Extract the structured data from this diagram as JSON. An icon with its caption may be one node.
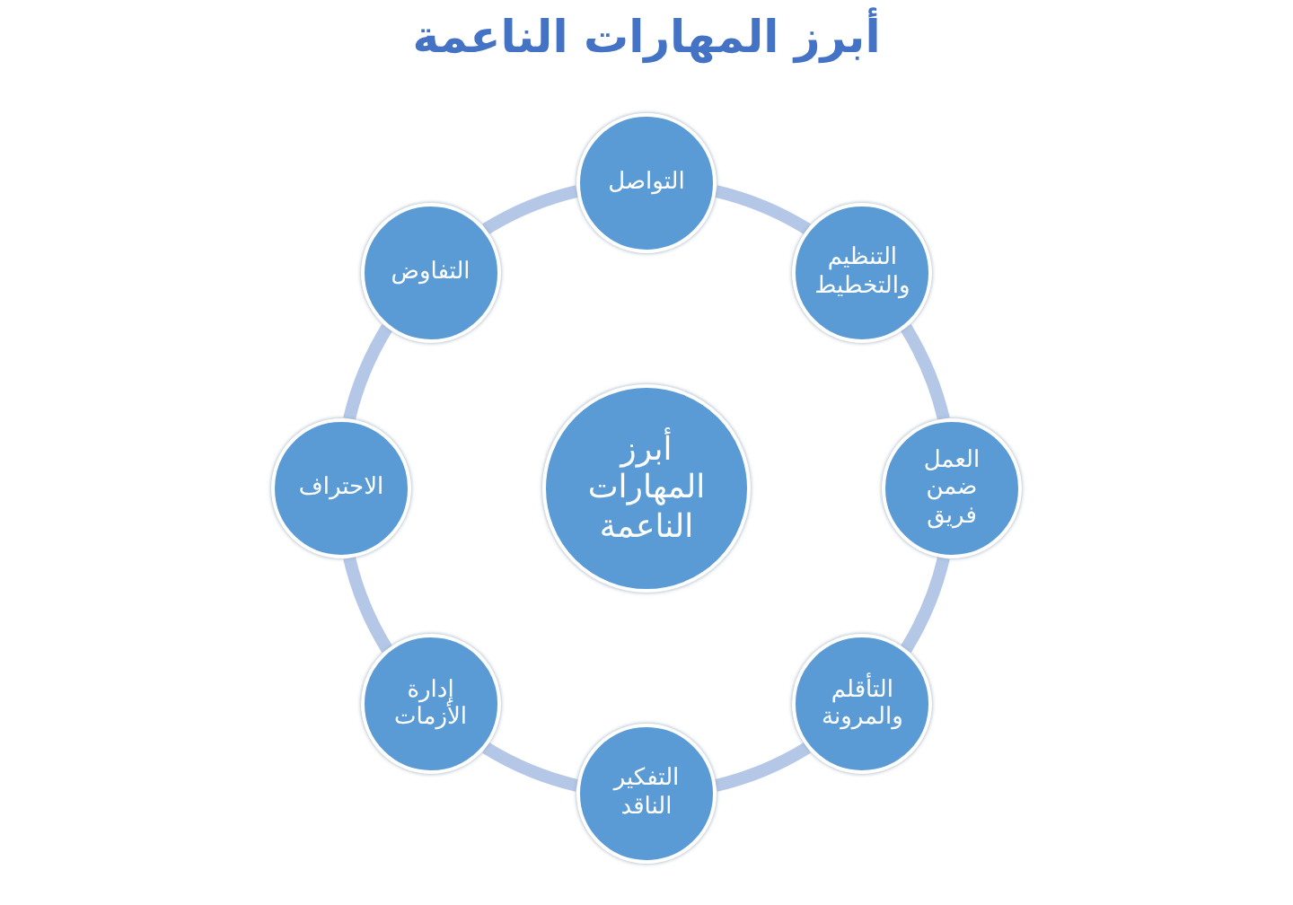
{
  "diagram": {
    "title": "أبرز المهارات الناعمة",
    "nodes": [
      {
        "text": [
          "أبرز المهارات الناعمة"
        ]
      },
      {
        "text": [
          "التواصل"
        ]
      },
      {
        "text": [
          "التنظيم والتخطيط"
        ]
      },
      {
        "text": [
          "العمل ضمن فريق"
        ]
      },
      {
        "text": [
          "التأقلم والمرونة"
        ]
      },
      {
        "text": [
          "التفكير الناقد"
        ]
      },
      {
        "text": [
          "إدارة الأزمات"
        ]
      },
      {
        "text": [
          "الاحتراف"
        ]
      },
      {
        "text": [
          "التفاوض"
        ]
      }
    ],
    "edges": [
      {
        "from": 1,
        "to": 2,
        "arrow": "none"
      },
      {
        "from": 2,
        "to": 3,
        "arrow": "none"
      },
      {
        "from": 3,
        "to": 4,
        "arrow": "none"
      },
      {
        "from": 4,
        "to": 5,
        "arrow": "none"
      },
      {
        "from": 5,
        "to": 6,
        "arrow": "none"
      },
      {
        "from": 6,
        "to": 7,
        "arrow": "none"
      },
      {
        "from": 7,
        "to": 8,
        "arrow": "none"
      },
      {
        "from": 8,
        "to": 1,
        "arrow": "none"
      }
    ]
  }
}
